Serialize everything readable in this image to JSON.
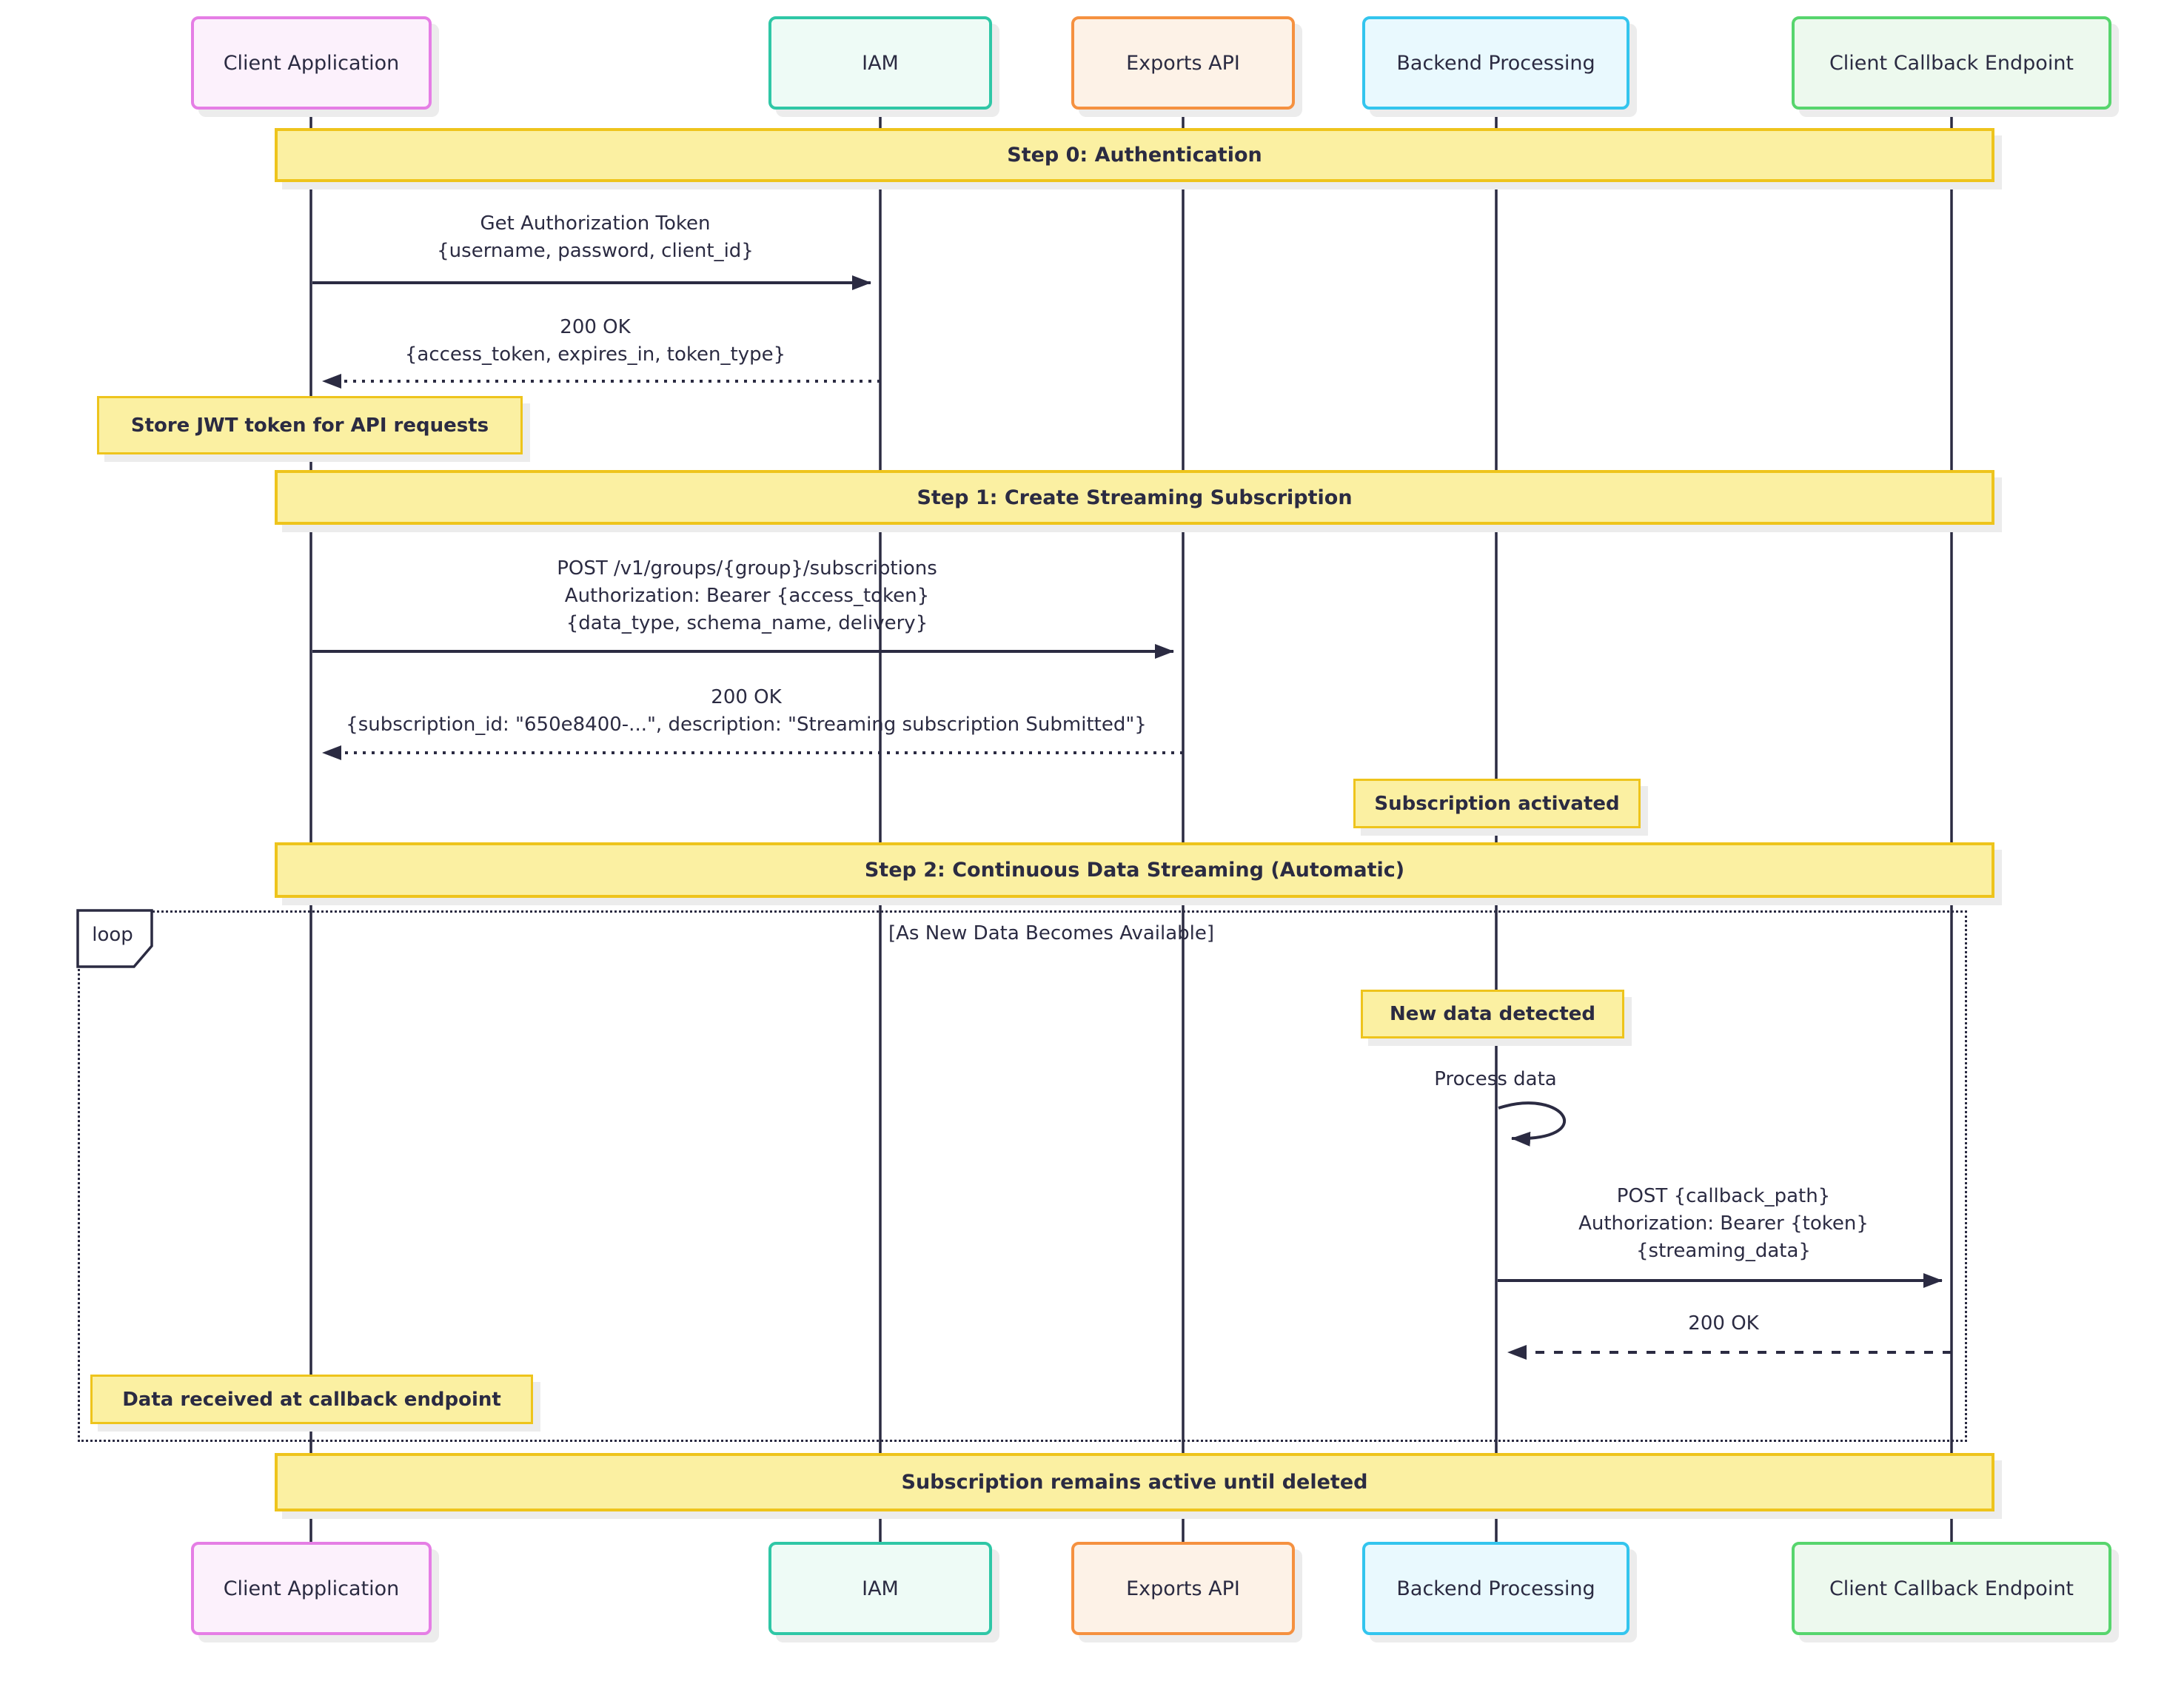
{
  "diagram_title": "Streaming subscription sequence diagram",
  "colors": {
    "text": "#2B2B42",
    "line": "#2B2B42",
    "banner_fill": "#FBF0A2",
    "banner_border": "#EEC41C",
    "note_fill": "#FBF0A2",
    "note_border": "#EEC41C",
    "shadow": "#ECECEC"
  },
  "actors": [
    {
      "label": "Client Application",
      "border": "#E57EE5",
      "fill": "#FCF1FC"
    },
    {
      "label": "IAM",
      "border": "#2FC7A6",
      "fill": "#EEFBF6"
    },
    {
      "label": "Exports API",
      "border": "#F59140",
      "fill": "#FDF2E7"
    },
    {
      "label": "Backend Processing",
      "border": "#33C5EE",
      "fill": "#E9F9FE"
    },
    {
      "label": "Client Callback Endpoint",
      "border": "#57D56D",
      "fill": "#EDF9EE"
    }
  ],
  "banners": [
    {
      "label": "Step 0: Authentication"
    },
    {
      "label": "Step 1: Create Streaming Subscription"
    },
    {
      "label": "Step 2: Continuous Data Streaming (Automatic)"
    },
    {
      "label": "Subscription remains active until deleted"
    }
  ],
  "notes": [
    {
      "text": "Store JWT token for API requests",
      "over": "Client Application"
    },
    {
      "text": "Subscription activated",
      "over": "Backend Processing"
    },
    {
      "text": "New data detected",
      "over": "Backend Processing"
    },
    {
      "text": "Data received at callback endpoint",
      "over": "Client Application"
    }
  ],
  "loop": {
    "label": "loop",
    "condition": "[As New Data Becomes Available]"
  },
  "messages": [
    {
      "from": "Client Application",
      "to": "IAM",
      "style": "solid",
      "line1": "Get Authorization Token",
      "line2": "{username, password, client_id}"
    },
    {
      "from": "IAM",
      "to": "Client Application",
      "style": "dotted",
      "line1": "200 OK",
      "line2": "{access_token, expires_in, token_type}"
    },
    {
      "from": "Client Application",
      "to": "Exports API",
      "style": "solid",
      "line1": "POST /v1/groups/{group}/subscriptions",
      "line2": "Authorization: Bearer {access_token}",
      "line3": "{data_type, schema_name, delivery}"
    },
    {
      "from": "Exports API",
      "to": "Client Application",
      "style": "dotted",
      "line1": "200 OK",
      "line2": "{subscription_id: \"650e8400-...\", description: \"Streaming subscription Submitted\"}"
    },
    {
      "from": "Backend Processing",
      "to": "Backend Processing",
      "style": "self",
      "line1": "Process data"
    },
    {
      "from": "Backend Processing",
      "to": "Client Callback Endpoint",
      "style": "solid",
      "line1": "POST {callback_path}",
      "line2": "Authorization: Bearer {token}",
      "line3": "{streaming_data}"
    },
    {
      "from": "Client Callback Endpoint",
      "to": "Backend Processing",
      "style": "dotted",
      "line1": "200 OK"
    }
  ]
}
